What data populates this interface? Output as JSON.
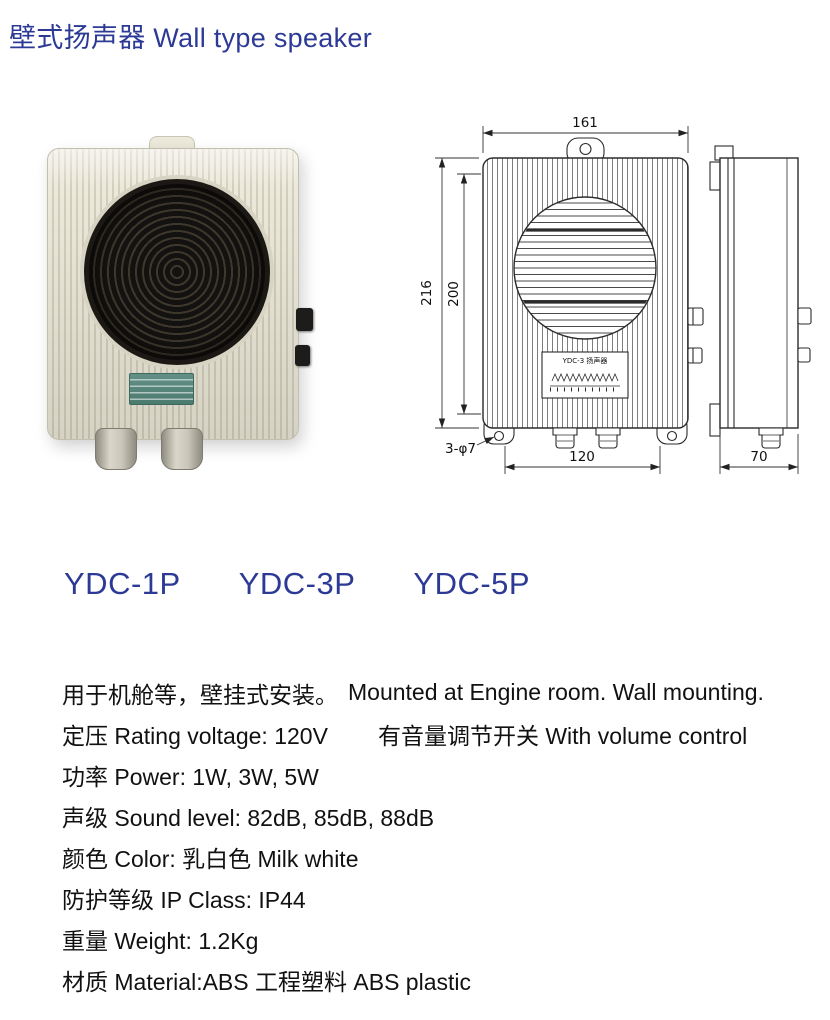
{
  "header": {
    "title": "壁式扬声器 Wall type speaker"
  },
  "models": {
    "m1": "YDC-1P",
    "m2": "YDC-3P",
    "m3": "YDC-5P"
  },
  "drawing": {
    "dim_top_width": "161",
    "dim_height_outer": "216",
    "dim_height_inner": "200",
    "dim_bottom_width": "120",
    "dim_side_depth": "70",
    "hole_callout": "3-φ7",
    "plate_text": "YDC-3 扬声器"
  },
  "specs": {
    "r1l": "用于机舱等，壁挂式安装。",
    "r1r": "Mounted at Engine room. Wall mounting.",
    "r2l": "定压 Rating voltage: 120V",
    "r2r": "有音量调节开关 With volume control",
    "r3": "功率 Power: 1W, 3W, 5W",
    "r4": "声级 Sound level: 82dB, 85dB, 88dB",
    "r5": "颜色 Color: 乳白色 Milk white",
    "r6": "防护等级 IP Class: IP44",
    "r7": "重量 Weight: 1.2Kg",
    "r8": "材质 Material:ABS 工程塑料 ABS plastic"
  },
  "colors": {
    "accent_blue": "#2c3a96"
  }
}
